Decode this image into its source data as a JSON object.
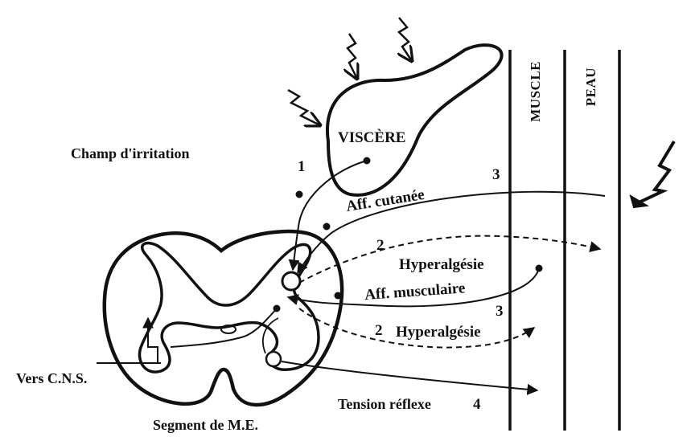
{
  "diagram": {
    "labels": {
      "viscere": "VISCÈRE",
      "champ_irritation": "Champ d'irritation",
      "aff_cutanee": "Aff. cutanée",
      "hyperalgesie_1": "Hyperalgésie",
      "aff_musculaire": "Aff. musculaire",
      "hyperalgesie_2": "Hyperalgésie",
      "tension_reflexe": "Tension réflexe",
      "vers_cns": "Vers C.N.S.",
      "segment": "Segment de M.E.",
      "muscle": "MUSCLE",
      "peau": "PEAU"
    },
    "numbers": {
      "n1": "1",
      "n2_upper": "2",
      "n2_lower": "2",
      "n3_upper": "3",
      "n3_lower": "3",
      "n4": "4"
    }
  }
}
